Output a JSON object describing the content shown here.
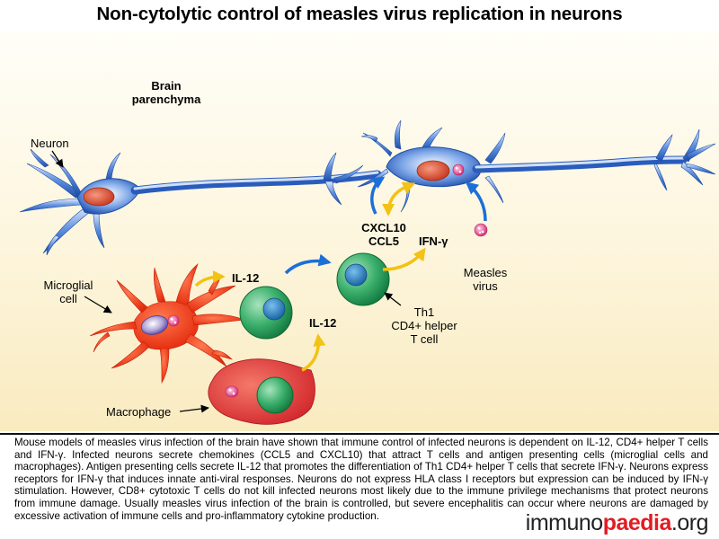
{
  "title": "Non-cytolytic control of measles virus replication in neurons",
  "labels": {
    "brain_parenchyma": "Brain\nparenchyma",
    "neuron": "Neuron",
    "cxcl10": "CXCL10",
    "ccl5": "CCL5",
    "ifn_gamma": "IFN-γ",
    "measles_virus": "Measles\nvirus",
    "th1_cell": "Th1\nCD4+ helper\nT cell",
    "il12_top": "IL-12",
    "il12_bottom": "IL-12",
    "microglial_cell": "Microglial\ncell",
    "macrophage": "Macrophage"
  },
  "caption": "Mouse models of measles virus infection of the brain have shown that immune control of infected neurons is dependent on IL-12, CD4+ helper T cells and IFN-γ. Infected neurons secrete chemokines (CCL5 and CXCL10) that attract T cells and antigen presenting cells (microglial cells and macrophages). Antigen presenting cells secrete IL-12 that promotes the differentiation of Th1 CD4+ helper T cells that secrete IFN-γ. Neurons express receptors for IFN-γ that induces innate anti-viral responses. Neurons do not express HLA class I receptors but expression can be induced by IFN-γ stimulation. However, CD8+ cytotoxic T cells do not kill infected neurons most likely due to the immune privilege mechanisms that protect neurons from immune damage. Usually measles virus infection of the brain is controlled, but severe encephalitis can occur where neurons are damaged by excessive activation of immune cells and pro-inflammatory cytokine production.",
  "logo": {
    "part1": "immuno",
    "part2": "paedia",
    "part3": ".org"
  },
  "colors": {
    "neuron_blue": "#2a64c8",
    "microglia_red": "#ee3a14",
    "tcell_green": "#1f9a5a",
    "nucleus_blue": "#1c70b8",
    "arrow_yellow": "#f2c214",
    "arrow_blue": "#1c6fd6",
    "virus_pink": "#e0408a"
  }
}
